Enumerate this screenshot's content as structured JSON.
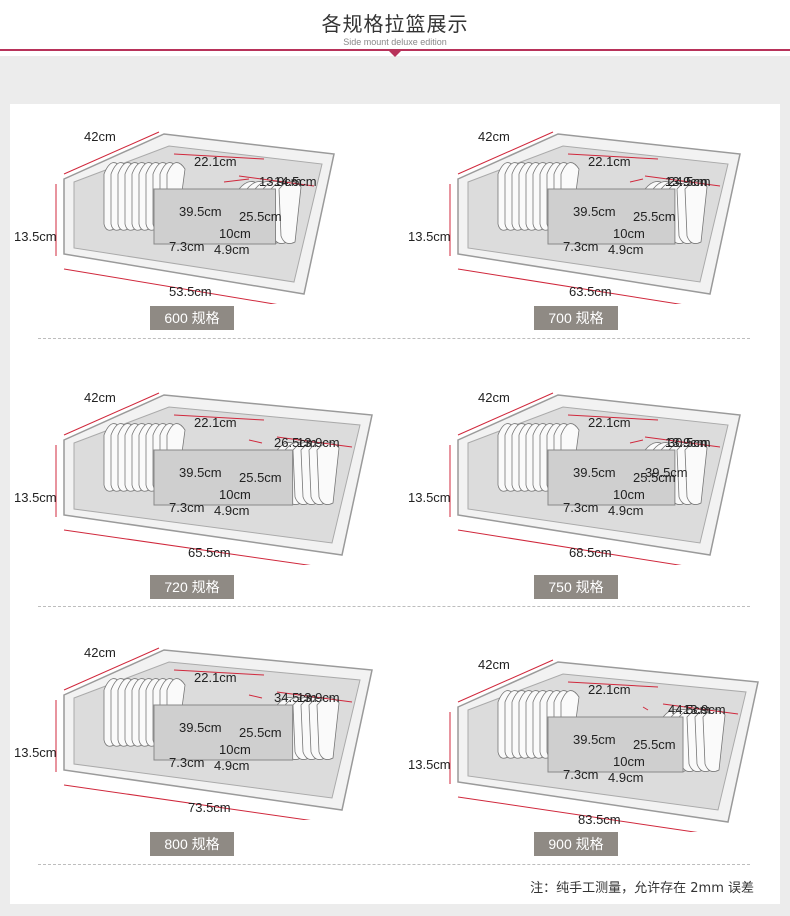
{
  "header": {
    "title": "各规格拉篮展示",
    "subtitle": "Side mount deluxe edition",
    "accent_color": "#b8325a"
  },
  "items": [
    {
      "label": "600 规格",
      "depth": "42cm",
      "height": "13.5cm",
      "width": "53.5cm",
      "d1": "22.1cm",
      "d2": "14.5cm",
      "d3": "13.9cm",
      "d4": "39.5cm",
      "d5": "25.5cm",
      "d6": "10cm",
      "d7": "7.3cm",
      "d8": "4.9cm"
    },
    {
      "label": "700 规格",
      "depth": "42cm",
      "height": "13.5cm",
      "width": "63.5cm",
      "d1": "22.1cm",
      "d2": "24.5cm",
      "d3": "13.9cm",
      "d4": "39.5cm",
      "d5": "25.5cm",
      "d6": "10cm",
      "d7": "7.3cm",
      "d8": "4.9cm"
    },
    {
      "label": "720 规格",
      "depth": "42cm",
      "height": "13.5cm",
      "width": "65.5cm",
      "d1": "22.1cm",
      "d2": "26.5cm",
      "d3": "13.9cm",
      "d4": "39.5cm",
      "d5": "25.5cm",
      "d6": "10cm",
      "d7": "7.3cm",
      "d8": "4.9cm"
    },
    {
      "label": "750 规格",
      "depth": "42cm",
      "height": "13.5cm",
      "width": "68.5cm",
      "d1": "22.1cm",
      "d2": "30.5cm",
      "d3": "13.9cm",
      "d4": "39.5cm",
      "d5": "25.5cm",
      "d6": "10cm",
      "d7": "7.3cm",
      "d8": "4.9cm",
      "d9": "39.5cm"
    },
    {
      "label": "800 规格",
      "depth": "42cm",
      "height": "13.5cm",
      "width": "73.5cm",
      "d1": "22.1cm",
      "d2": "34.5cm",
      "d3": "13.9cm",
      "d4": "39.5cm",
      "d5": "25.5cm",
      "d6": "10cm",
      "d7": "7.3cm",
      "d8": "4.9cm"
    },
    {
      "label": "900 规格",
      "depth": "42cm",
      "height": "13.5cm",
      "width": "83.5cm",
      "d1": "22.1cm",
      "d2": "44.5cm",
      "d3": "13.9cm",
      "d4": "39.5cm",
      "d5": "25.5cm",
      "d6": "10cm",
      "d7": "7.3cm",
      "d8": "4.9cm"
    }
  ],
  "footer": {
    "note": "注：纯手工测量，允许存在 2mm 误差"
  }
}
